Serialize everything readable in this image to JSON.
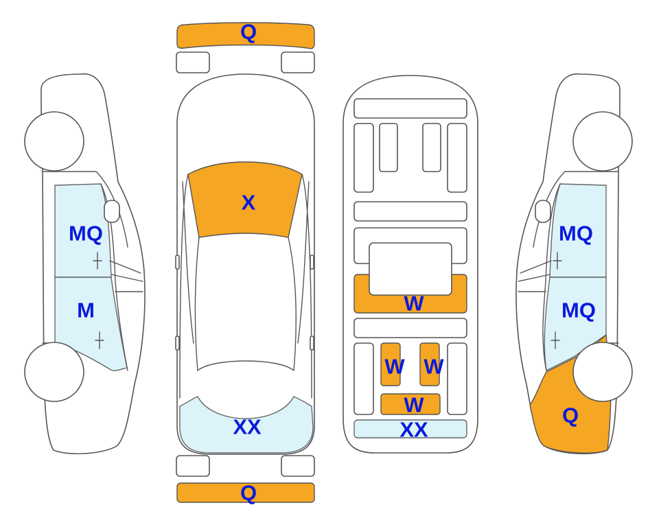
{
  "colors": {
    "damage": "#F5A623",
    "glass": "#DCF3FA",
    "code_text": "#0A1ADB",
    "outline": "#555555"
  },
  "labels": {
    "front_bumper": "Q",
    "windshield": "X",
    "rear_window": "XX",
    "rear_bumper": "Q",
    "interior_front_row": "W",
    "interior_rear_left": "W",
    "interior_rear_right": "W",
    "interior_rear_center": "W",
    "interior_trunk": "XX",
    "left_rear_glass": "MQ",
    "left_front_glass": "M",
    "right_rear_glass": "MQ",
    "right_front_glass": "MQ",
    "right_front_fender": "Q"
  }
}
